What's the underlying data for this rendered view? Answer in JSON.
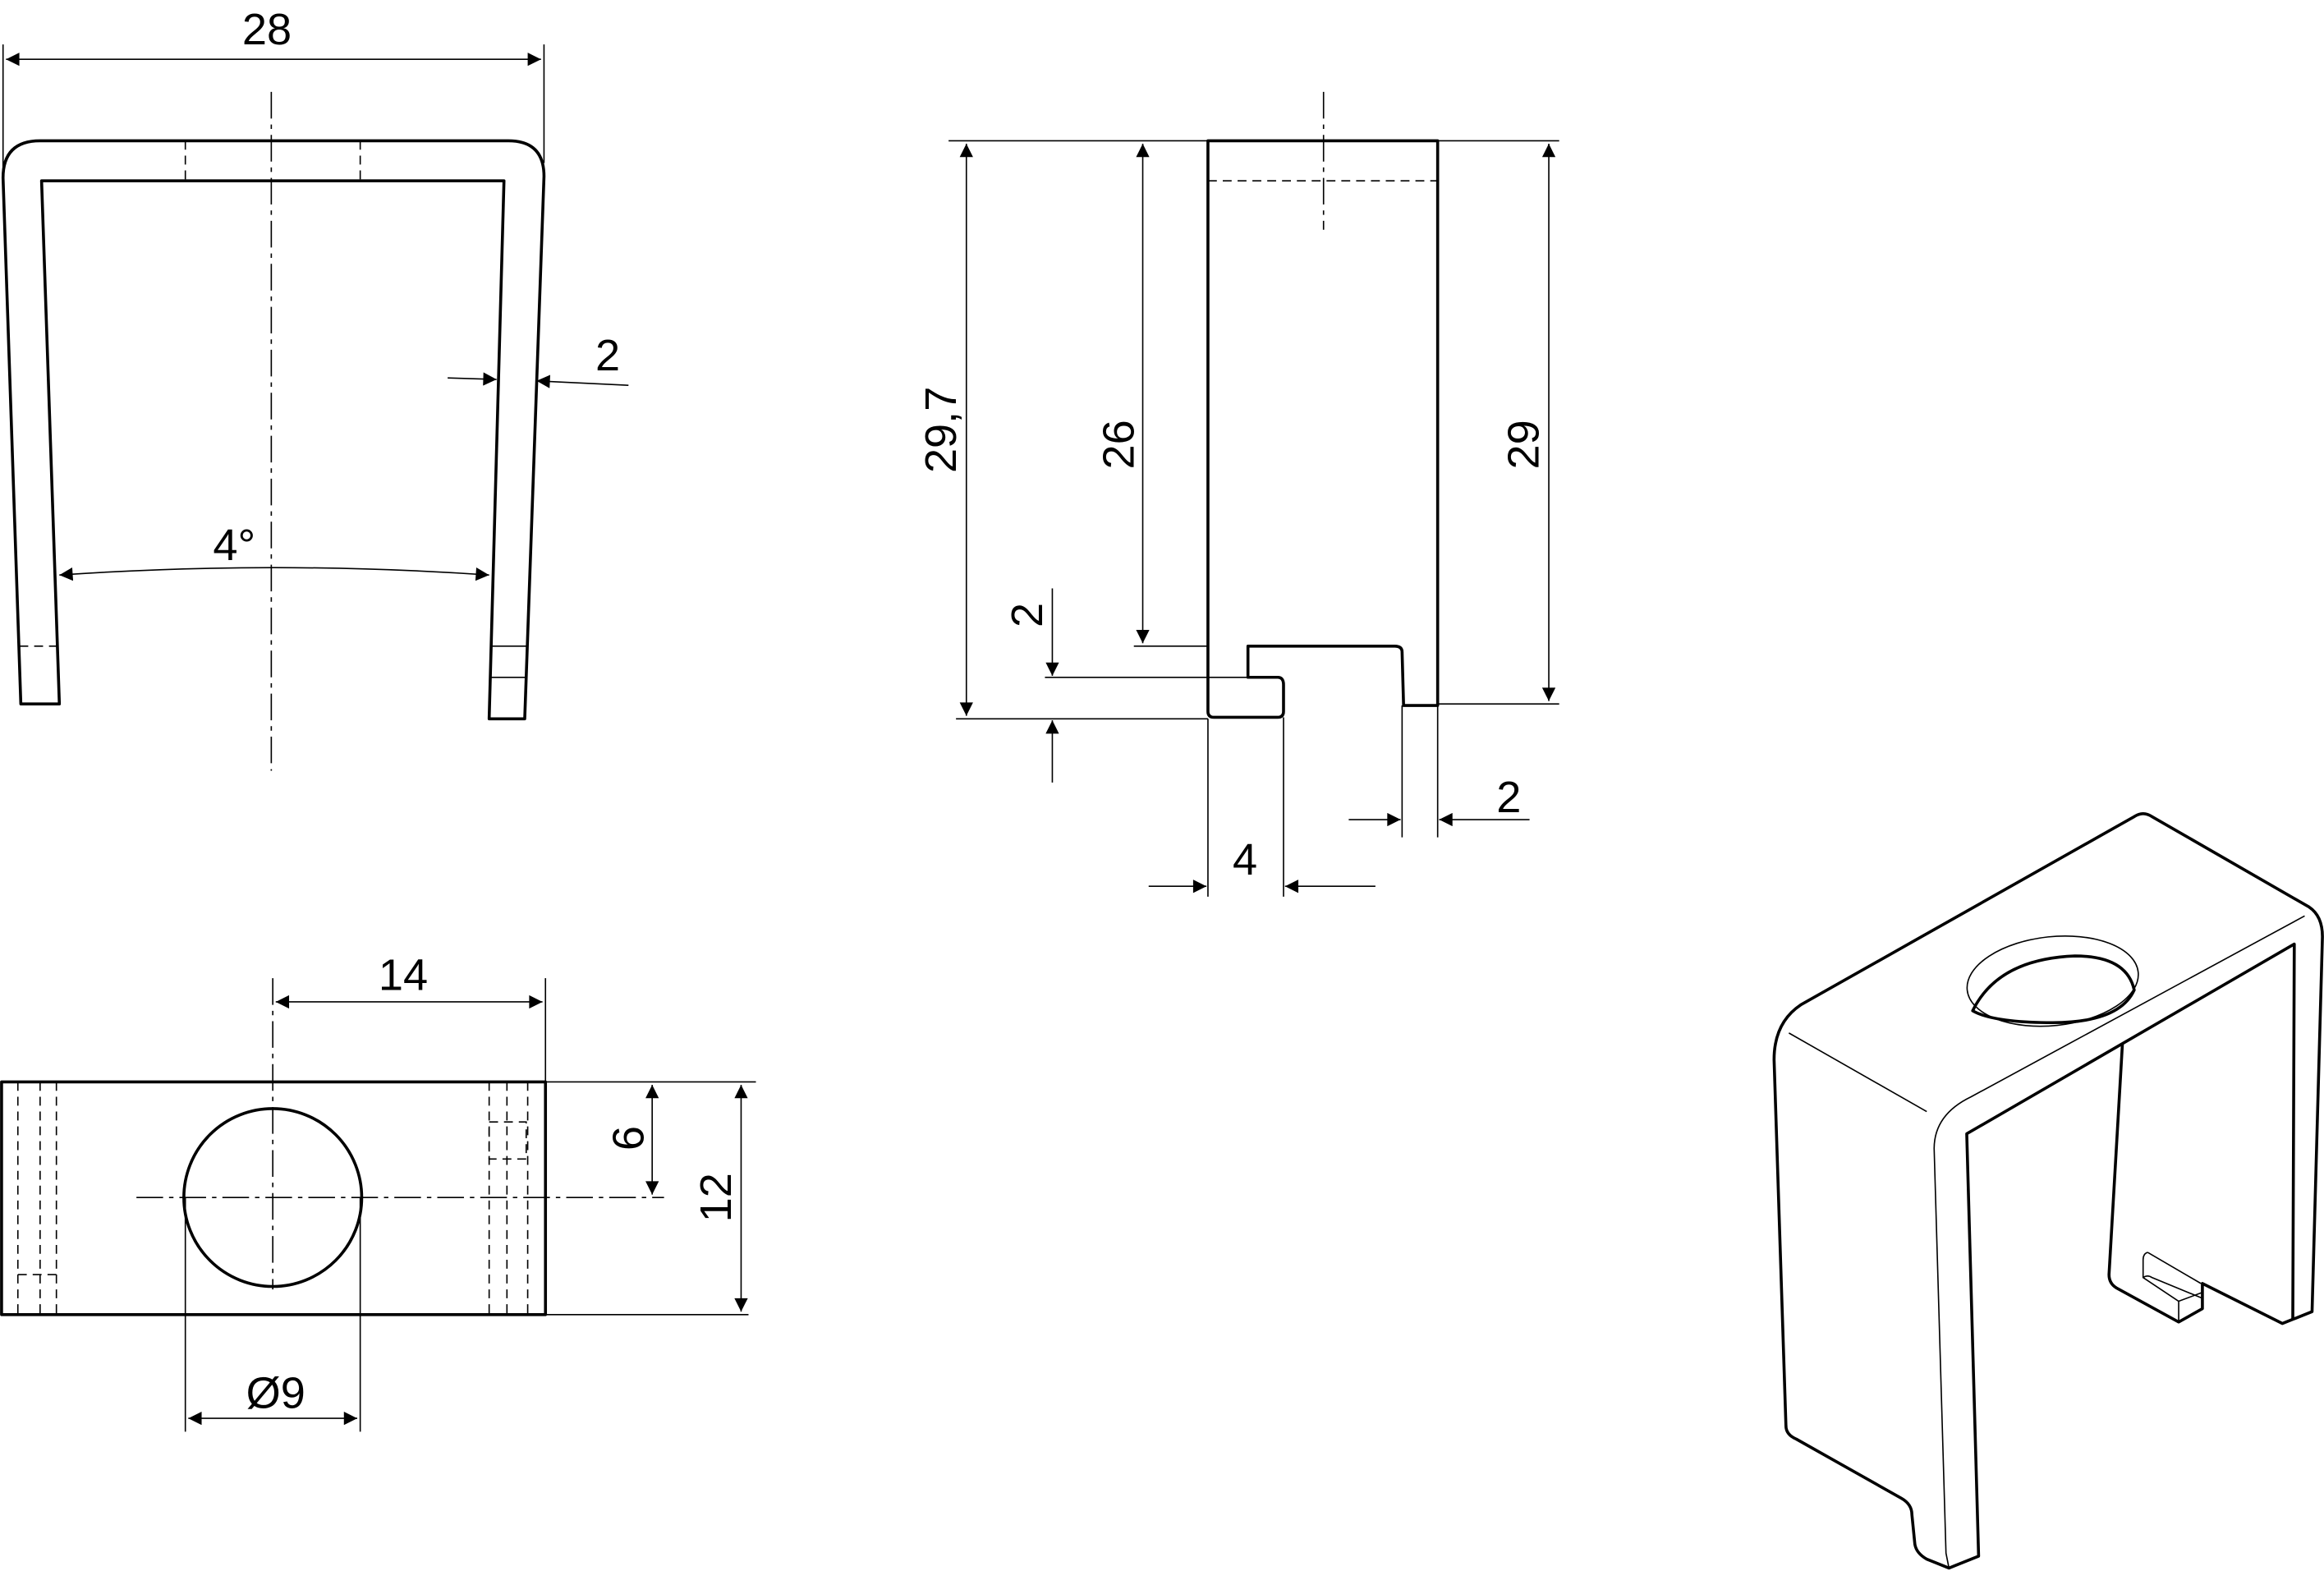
{
  "drawing": {
    "front_view": {
      "width_label": "28",
      "wall_thickness_label": "2",
      "taper_angle_label": "4°"
    },
    "side_view": {
      "overall_height_label": "29,7",
      "inner_height_label": "26",
      "back_height_label": "29",
      "hook_height_label": "2",
      "back_thickness_label": "2",
      "hook_width_label": "4"
    },
    "top_view": {
      "hole_offset_label": "14",
      "hole_center_label": "6",
      "depth_label": "12",
      "hole_diameter_label": "Ø9"
    }
  }
}
